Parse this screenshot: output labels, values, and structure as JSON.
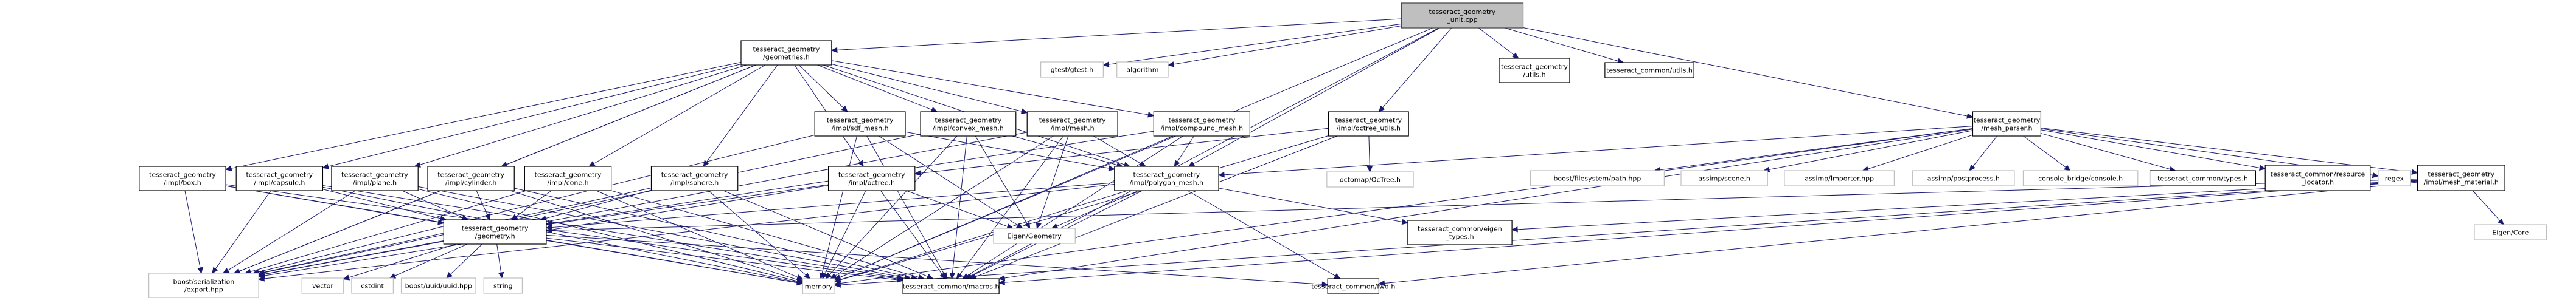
{
  "title": "tesseract_geometry_unit.cpp include dependency graph",
  "colors": {
    "edge": "#191970",
    "root_fill": "#bfbfbf",
    "internal_border": "#000000",
    "external_border": "#bfbfbf"
  },
  "nodes": [
    {
      "id": "root",
      "kind": "root",
      "lines": [
        "tesseract_geometry",
        "_unit.cpp"
      ]
    },
    {
      "id": "geometries",
      "kind": "internal",
      "lines": [
        "tesseract_geometry",
        "/geometries.h"
      ]
    },
    {
      "id": "gtest",
      "kind": "external",
      "lines": [
        "gtest/gtest.h"
      ]
    },
    {
      "id": "algorithm",
      "kind": "external",
      "lines": [
        "algorithm"
      ]
    },
    {
      "id": "geom_utils",
      "kind": "internal",
      "lines": [
        "tesseract_geometry",
        "/utils.h"
      ]
    },
    {
      "id": "common_utils",
      "kind": "internal",
      "lines": [
        "tesseract_common/utils.h"
      ]
    },
    {
      "id": "mesh_parser",
      "kind": "internal",
      "lines": [
        "tesseract_geometry",
        "/mesh_parser.h"
      ]
    },
    {
      "id": "sdf_mesh",
      "kind": "internal",
      "lines": [
        "tesseract_geometry",
        "/impl/sdf_mesh.h"
      ]
    },
    {
      "id": "convex_mesh",
      "kind": "internal",
      "lines": [
        "tesseract_geometry",
        "/impl/convex_mesh.h"
      ]
    },
    {
      "id": "mesh",
      "kind": "internal",
      "lines": [
        "tesseract_geometry",
        "/impl/mesh.h"
      ]
    },
    {
      "id": "compound_mesh",
      "kind": "internal",
      "lines": [
        "tesseract_geometry",
        "/impl/compound_mesh.h"
      ]
    },
    {
      "id": "octree_utils",
      "kind": "internal",
      "lines": [
        "tesseract_geometry",
        "/impl/octree_utils.h"
      ]
    },
    {
      "id": "box",
      "kind": "internal",
      "lines": [
        "tesseract_geometry",
        "/impl/box.h"
      ]
    },
    {
      "id": "capsule",
      "kind": "internal",
      "lines": [
        "tesseract_geometry",
        "/impl/capsule.h"
      ]
    },
    {
      "id": "plane",
      "kind": "internal",
      "lines": [
        "tesseract_geometry",
        "/impl/plane.h"
      ]
    },
    {
      "id": "cylinder",
      "kind": "internal",
      "lines": [
        "tesseract_geometry",
        "/impl/cylinder.h"
      ]
    },
    {
      "id": "cone",
      "kind": "internal",
      "lines": [
        "tesseract_geometry",
        "/impl/cone.h"
      ]
    },
    {
      "id": "sphere",
      "kind": "internal",
      "lines": [
        "tesseract_geometry",
        "/impl/sphere.h"
      ]
    },
    {
      "id": "octree",
      "kind": "internal",
      "lines": [
        "tesseract_geometry",
        "/impl/octree.h"
      ]
    },
    {
      "id": "polygon_mesh",
      "kind": "internal",
      "lines": [
        "tesseract_geometry",
        "/impl/polygon_mesh.h"
      ]
    },
    {
      "id": "octomap",
      "kind": "external",
      "lines": [
        "octomap/OcTree.h"
      ]
    },
    {
      "id": "fs_path",
      "kind": "external",
      "lines": [
        "boost/filesystem/path.hpp"
      ]
    },
    {
      "id": "assimp_scene",
      "kind": "external",
      "lines": [
        "assimp/scene.h"
      ]
    },
    {
      "id": "assimp_importer",
      "kind": "external",
      "lines": [
        "assimp/Importer.hpp"
      ]
    },
    {
      "id": "assimp_post",
      "kind": "external",
      "lines": [
        "assimp/postprocess.h"
      ]
    },
    {
      "id": "console_bridge",
      "kind": "external",
      "lines": [
        "console_bridge/console.h"
      ]
    },
    {
      "id": "common_types",
      "kind": "internal",
      "lines": [
        "tesseract_common/types.h"
      ]
    },
    {
      "id": "resource_locator",
      "kind": "internal",
      "lines": [
        "tesseract_common/resource",
        "_locator.h"
      ]
    },
    {
      "id": "regex",
      "kind": "external",
      "lines": [
        "regex"
      ]
    },
    {
      "id": "mesh_material",
      "kind": "internal",
      "lines": [
        "tesseract_geometry",
        "/impl/mesh_material.h"
      ]
    },
    {
      "id": "geometry",
      "kind": "internal",
      "lines": [
        "tesseract_geometry",
        "/geometry.h"
      ]
    },
    {
      "id": "eigen_geometry",
      "kind": "external",
      "lines": [
        "Eigen/Geometry"
      ]
    },
    {
      "id": "eigen_types",
      "kind": "internal",
      "lines": [
        "tesseract_common/eigen",
        "_types.h"
      ]
    },
    {
      "id": "eigen_core",
      "kind": "external",
      "lines": [
        "Eigen/Core"
      ]
    },
    {
      "id": "export",
      "kind": "external",
      "lines": [
        "boost/serialization",
        "/export.hpp"
      ]
    },
    {
      "id": "vector",
      "kind": "external",
      "lines": [
        "vector"
      ]
    },
    {
      "id": "cstdint",
      "kind": "external",
      "lines": [
        "cstdint"
      ]
    },
    {
      "id": "uuid",
      "kind": "external",
      "lines": [
        "boost/uuid/uuid.hpp"
      ]
    },
    {
      "id": "string",
      "kind": "external",
      "lines": [
        "string"
      ]
    },
    {
      "id": "memory",
      "kind": "external",
      "lines": [
        "memory"
      ]
    },
    {
      "id": "macros",
      "kind": "internal",
      "lines": [
        "tesseract_common/macros.h"
      ]
    },
    {
      "id": "fwd",
      "kind": "internal",
      "lines": [
        "tesseract_common/fwd.h"
      ]
    }
  ],
  "edges": [
    [
      "root",
      "geometries"
    ],
    [
      "root",
      "gtest"
    ],
    [
      "root",
      "algorithm"
    ],
    [
      "root",
      "geom_utils"
    ],
    [
      "root",
      "common_utils"
    ],
    [
      "root",
      "mesh_parser"
    ],
    [
      "root",
      "octree_utils"
    ],
    [
      "root",
      "polygon_mesh"
    ],
    [
      "root",
      "memory"
    ],
    [
      "root",
      "macros"
    ],
    [
      "geometries",
      "box"
    ],
    [
      "geometries",
      "capsule"
    ],
    [
      "geometries",
      "plane"
    ],
    [
      "geometries",
      "cylinder"
    ],
    [
      "geometries",
      "cone"
    ],
    [
      "geometries",
      "sphere"
    ],
    [
      "geometries",
      "octree"
    ],
    [
      "geometries",
      "sdf_mesh"
    ],
    [
      "geometries",
      "convex_mesh"
    ],
    [
      "geometries",
      "mesh"
    ],
    [
      "geometries",
      "compound_mesh"
    ],
    [
      "geometries",
      "polygon_mesh"
    ],
    [
      "geometries",
      "export"
    ],
    [
      "sdf_mesh",
      "polygon_mesh"
    ],
    [
      "sdf_mesh",
      "eigen_geometry"
    ],
    [
      "sdf_mesh",
      "memory"
    ],
    [
      "sdf_mesh",
      "macros"
    ],
    [
      "sdf_mesh",
      "export"
    ],
    [
      "convex_mesh",
      "polygon_mesh"
    ],
    [
      "convex_mesh",
      "eigen_geometry"
    ],
    [
      "convex_mesh",
      "memory"
    ],
    [
      "convex_mesh",
      "macros"
    ],
    [
      "convex_mesh",
      "export"
    ],
    [
      "mesh",
      "polygon_mesh"
    ],
    [
      "mesh",
      "eigen_geometry"
    ],
    [
      "mesh",
      "memory"
    ],
    [
      "mesh",
      "macros"
    ],
    [
      "mesh",
      "export"
    ],
    [
      "compound_mesh",
      "polygon_mesh"
    ],
    [
      "compound_mesh",
      "geometry"
    ],
    [
      "compound_mesh",
      "memory"
    ],
    [
      "compound_mesh",
      "macros"
    ],
    [
      "octree_utils",
      "octree"
    ],
    [
      "octree_utils",
      "octomap"
    ],
    [
      "octree_utils",
      "memory"
    ],
    [
      "octree_utils",
      "macros"
    ],
    [
      "box",
      "geometry"
    ],
    [
      "box",
      "export"
    ],
    [
      "box",
      "memory"
    ],
    [
      "box",
      "macros"
    ],
    [
      "capsule",
      "geometry"
    ],
    [
      "capsule",
      "export"
    ],
    [
      "capsule",
      "memory"
    ],
    [
      "capsule",
      "macros"
    ],
    [
      "plane",
      "geometry"
    ],
    [
      "plane",
      "export"
    ],
    [
      "plane",
      "memory"
    ],
    [
      "plane",
      "macros"
    ],
    [
      "cylinder",
      "geometry"
    ],
    [
      "cylinder",
      "export"
    ],
    [
      "cylinder",
      "memory"
    ],
    [
      "cylinder",
      "macros"
    ],
    [
      "cone",
      "geometry"
    ],
    [
      "cone",
      "export"
    ],
    [
      "cone",
      "memory"
    ],
    [
      "cone",
      "macros"
    ],
    [
      "sphere",
      "geometry"
    ],
    [
      "sphere",
      "export"
    ],
    [
      "sphere",
      "memory"
    ],
    [
      "sphere",
      "macros"
    ],
    [
      "octree",
      "geometry"
    ],
    [
      "octree",
      "eigen_geometry"
    ],
    [
      "octree",
      "export"
    ],
    [
      "octree",
      "memory"
    ],
    [
      "octree",
      "macros"
    ],
    [
      "polygon_mesh",
      "geometry"
    ],
    [
      "polygon_mesh",
      "eigen_geometry"
    ],
    [
      "polygon_mesh",
      "eigen_types"
    ],
    [
      "polygon_mesh",
      "fwd"
    ],
    [
      "polygon_mesh",
      "memory"
    ],
    [
      "polygon_mesh",
      "macros"
    ],
    [
      "polygon_mesh",
      "export"
    ],
    [
      "mesh_parser",
      "fs_path"
    ],
    [
      "mesh_parser",
      "assimp_scene"
    ],
    [
      "mesh_parser",
      "assimp_importer"
    ],
    [
      "mesh_parser",
      "assimp_post"
    ],
    [
      "mesh_parser",
      "console_bridge"
    ],
    [
      "mesh_parser",
      "common_types"
    ],
    [
      "mesh_parser",
      "resource_locator"
    ],
    [
      "mesh_parser",
      "regex"
    ],
    [
      "mesh_parser",
      "mesh_material"
    ],
    [
      "mesh_parser",
      "polygon_mesh"
    ],
    [
      "mesh_parser",
      "macros"
    ],
    [
      "mesh_parser",
      "memory"
    ],
    [
      "mesh_material",
      "eigen_core"
    ],
    [
      "mesh_material",
      "eigen_types"
    ],
    [
      "mesh_material",
      "geometry"
    ],
    [
      "mesh_material",
      "memory"
    ],
    [
      "mesh_material",
      "macros"
    ],
    [
      "mesh_material",
      "fwd"
    ],
    [
      "geometry",
      "vector"
    ],
    [
      "geometry",
      "cstdint"
    ],
    [
      "geometry",
      "uuid"
    ],
    [
      "geometry",
      "string"
    ],
    [
      "geometry",
      "memory"
    ],
    [
      "geometry",
      "macros"
    ],
    [
      "geometry",
      "export"
    ],
    [
      "geometry",
      "fwd"
    ]
  ]
}
